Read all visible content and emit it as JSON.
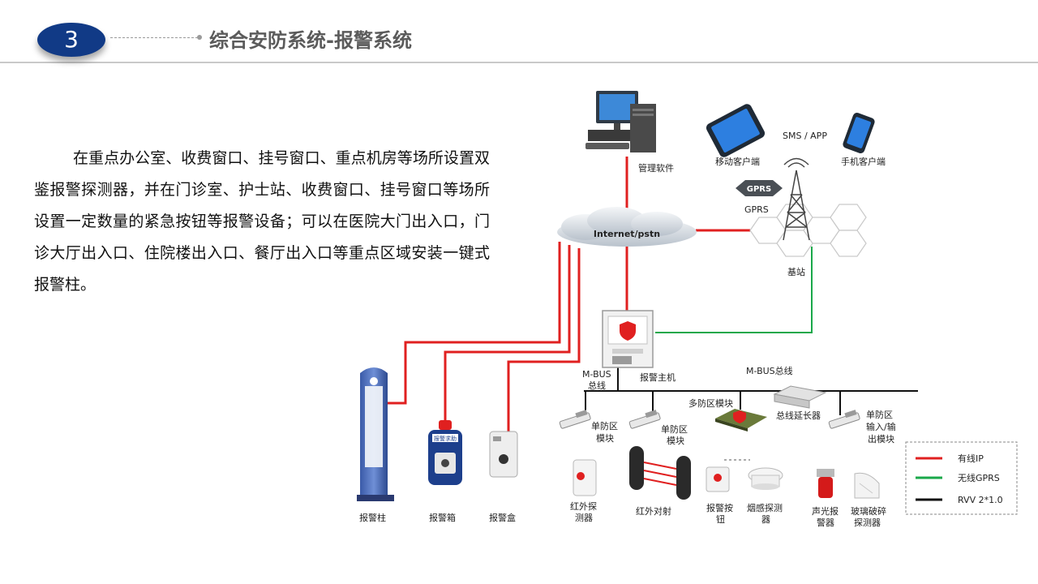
{
  "header": {
    "section_number": "3",
    "title": "综合安防系统-报警系统"
  },
  "body_text": "在重点办公室、收费窗口、挂号窗口、重点机房等场所设置双鉴报警探测器，并在门诊室、护士站、收费窗口、挂号窗口等场所设置一定数量的紧急按钮等报警设备；可以在医院大门出入口，门诊大厅出入口、住院楼出入口、餐厅出入口等重点区域安装一键式报警柱。",
  "diagram": {
    "management_software": "管理软件",
    "mobile_client": "移动客户端",
    "sms_app": "SMS / APP",
    "phone_client": "手机客户端",
    "gprs_tag": "GPRS",
    "gprs_label": "GPRS",
    "internet": "Internet/pstn",
    "base_station": "基站",
    "alarm_host": "报警主机",
    "mbus_trunk_line1": "M-BUS",
    "mbus_trunk_line2": "总线",
    "mbus_bus": "M-BUS总线",
    "alarm_post": "报警柱",
    "alarm_box": "报警箱",
    "alarm_case": "报警盒",
    "single_zone_module_1_line1": "单防区",
    "single_zone_module_1_line2": "模块",
    "single_zone_module_2_line1": "单防区",
    "single_zone_module_2_line2": "模块",
    "multi_zone_module": "多防区模块",
    "bus_extender": "总线延长器",
    "io_module_line1": "单防区",
    "io_module_line2": "输入/输",
    "io_module_line3": "出模块",
    "ir_detector_line1": "红外探",
    "ir_detector_line2": "测器",
    "ir_beam": "红外对射",
    "alarm_button_line1": "报警按",
    "alarm_button_line2": "钮",
    "smoke_detector_line1": "烟感探测",
    "smoke_detector_line2": "器",
    "sound_light_line1": "声光报",
    "sound_light_line2": "警器",
    "glass_break_line1": "玻璃破碎",
    "glass_break_line2": "探测器",
    "alarm_box_sign": "报警求助"
  },
  "legend": {
    "items": [
      {
        "label": "有线IP",
        "color": "#e02020"
      },
      {
        "label": "无线GPRS",
        "color": "#1aa84a"
      },
      {
        "label": "RVV 2*1.0",
        "color": "#111111"
      }
    ]
  },
  "colors": {
    "badge": "#113a86",
    "wired_ip": "#e02020",
    "wireless_gprs": "#1aa84a",
    "rvv": "#111111"
  }
}
